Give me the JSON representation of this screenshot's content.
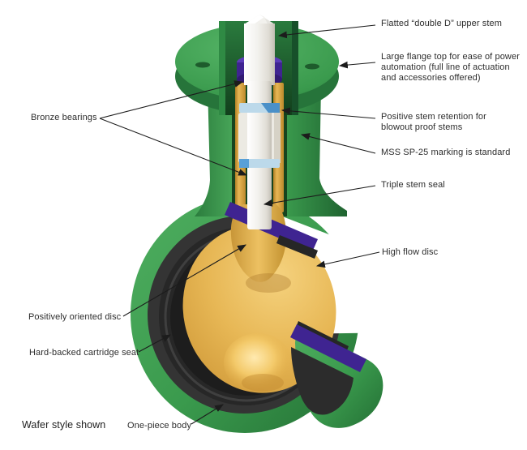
{
  "figure": {
    "subject": "Butterfly valve cutaway diagram",
    "style_note": "Wafer style shown"
  },
  "callouts": [
    {
      "id": "flatted-upper-stem",
      "side": "right",
      "label": "Flatted “double D” upper stem"
    },
    {
      "id": "large-flange-top",
      "side": "right",
      "label": "Large flange top for ease of power automation (full line of actuation and accessories offered)"
    },
    {
      "id": "positive-stem-retention",
      "side": "right",
      "label": "Positive stem retention for blowout proof stems"
    },
    {
      "id": "mss-sp25-marking",
      "side": "right",
      "label": "MSS SP-25 marking is standard"
    },
    {
      "id": "triple-stem-seal",
      "side": "right",
      "label": "Triple stem seal"
    },
    {
      "id": "high-flow-disc",
      "side": "right",
      "label": "High flow disc"
    },
    {
      "id": "bronze-bearings",
      "side": "left",
      "label": "Bronze bearings"
    },
    {
      "id": "positively-oriented-disc",
      "side": "left",
      "label": "Positively oriented disc"
    },
    {
      "id": "hard-backed-cartridge-seat",
      "side": "left",
      "label": "Hard-backed cartridge seat"
    },
    {
      "id": "one-piece-body",
      "side": "bottom",
      "label": "One-piece body"
    }
  ],
  "note": {
    "label": "Wafer style shown"
  },
  "diagram_parts": [
    "upper-stem",
    "flange-top",
    "bronze-bearing-upper",
    "stem-retention-ring",
    "valve-neck",
    "stem-seal-cartridge",
    "bronze-bearing-lower",
    "disc-hub",
    "high-flow-disc",
    "seat-ring",
    "one-piece-valve-body",
    "disc-boss",
    "body-section-wedge"
  ],
  "colors": {
    "body_green": "#3a9a4d",
    "body_green_dark": "#247035",
    "disc_gold": "#e3b251",
    "seat_black": "#2e2e2e",
    "stem_white": "#f2f1ed",
    "liner_purple": "#3f2491",
    "retention_blue": "#4a90c8",
    "bearing_bronze": "#dca844",
    "leader_line": "#1c1c1c",
    "text": "#2d2d2d",
    "background": "#ffffff"
  }
}
